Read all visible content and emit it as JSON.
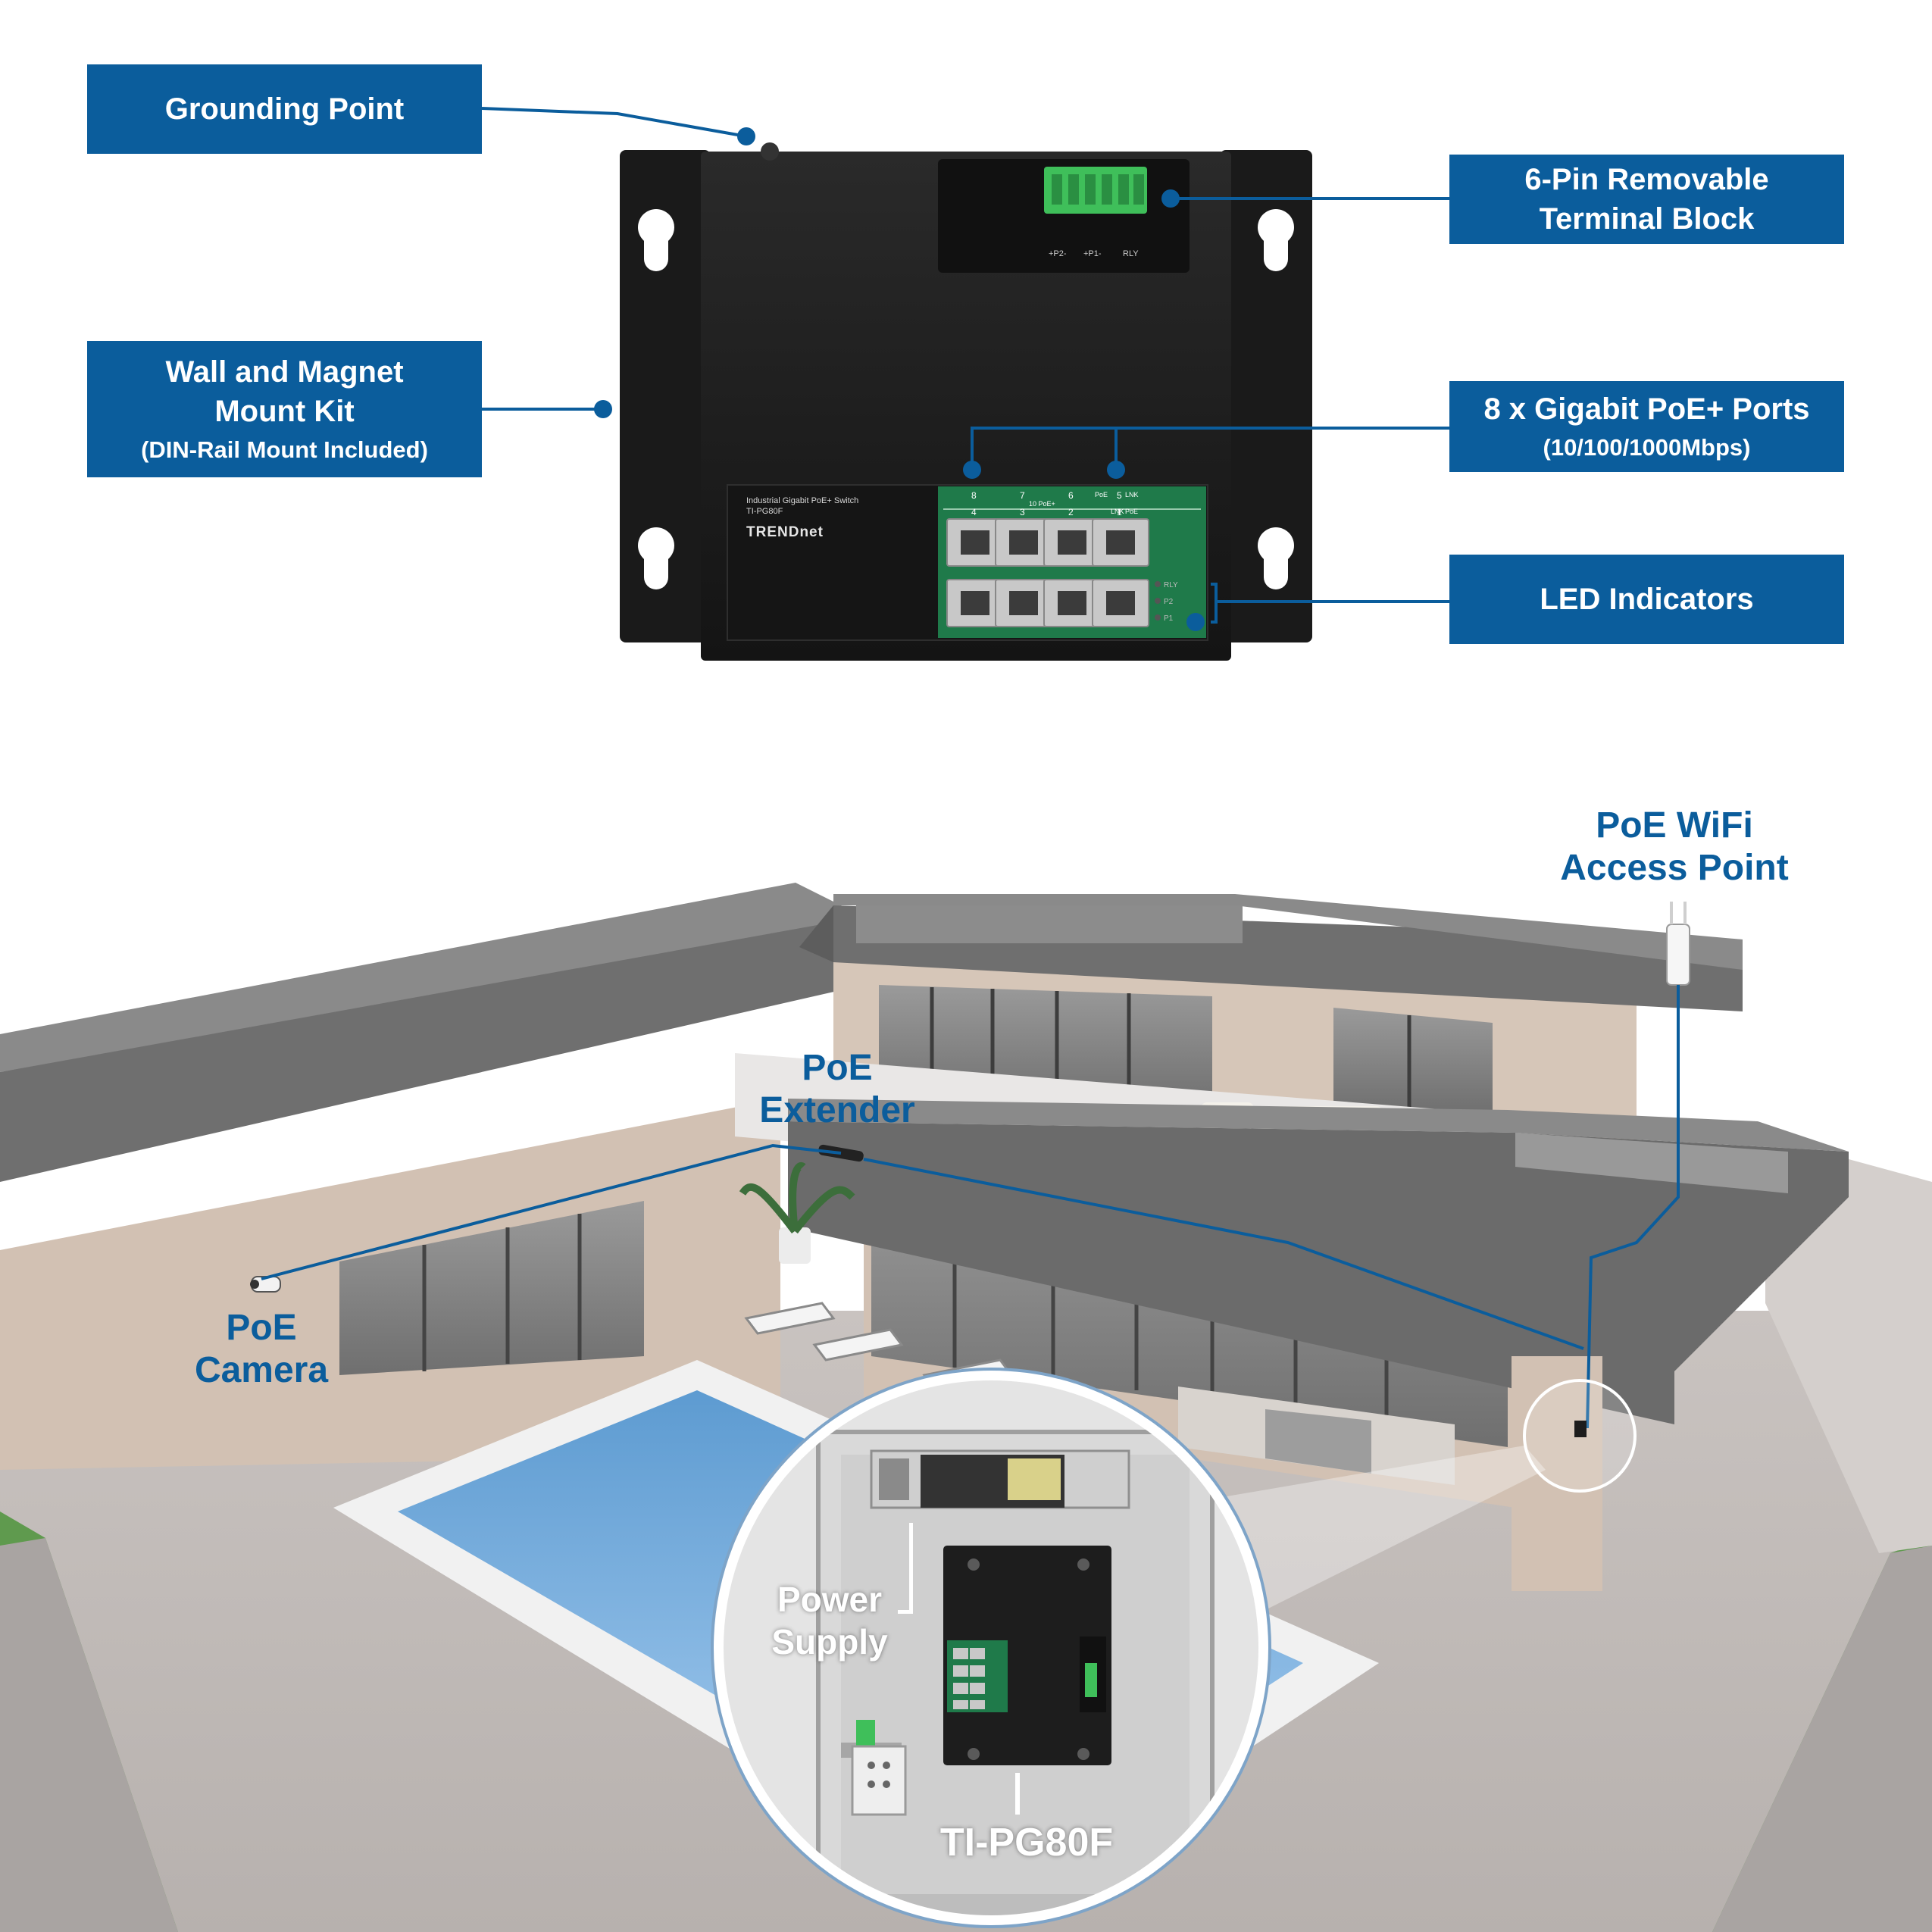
{
  "callouts": {
    "grounding": {
      "main": "Grounding Point"
    },
    "terminal": {
      "main1": "6-Pin Removable",
      "main2": "Terminal Block"
    },
    "mount": {
      "main1": "Wall and Magnet",
      "main2": "Mount Kit",
      "sub": "(DIN-Rail Mount Included)"
    },
    "ports": {
      "main": "8 x Gigabit PoE+ Ports",
      "sub": "(10/100/1000Mbps)"
    },
    "led": {
      "main": "LED Indicators"
    }
  },
  "device": {
    "product_line1": "Industrial Gigabit PoE+ Switch",
    "product_line2": "TI-PG80F",
    "brand": "TRENDnet",
    "port_top": [
      "8",
      "7",
      "6",
      "5"
    ],
    "port_bottom": [
      "4",
      "3",
      "2",
      "1"
    ],
    "poe_label": "10 PoE+",
    "poe_lnk_top": [
      "PoE",
      "LNK"
    ],
    "poe_lnk_bottom": [
      "LNK",
      "PoE"
    ],
    "terminal_labels": [
      "+P2-",
      "+P1-",
      "RLY"
    ],
    "led_labels": [
      "RLY",
      "P2",
      "P1"
    ]
  },
  "scene": {
    "ap_line1": "PoE WiFi",
    "ap_line2": "Access Point",
    "extender_line1": "PoE",
    "extender_line2": "Extender",
    "camera_line1": "PoE",
    "camera_line2": "Camera",
    "power_line1": "Power",
    "power_line2": "Supply",
    "model": "TI-PG80F"
  },
  "colors": {
    "brand_blue": "#0b5d9c",
    "device_body": "#1d1d1d",
    "port_board": "#1f7a4a",
    "terminal_green": "#3fbf5a",
    "pool": "#7fb4e0",
    "grass": "#5f9a4e"
  }
}
